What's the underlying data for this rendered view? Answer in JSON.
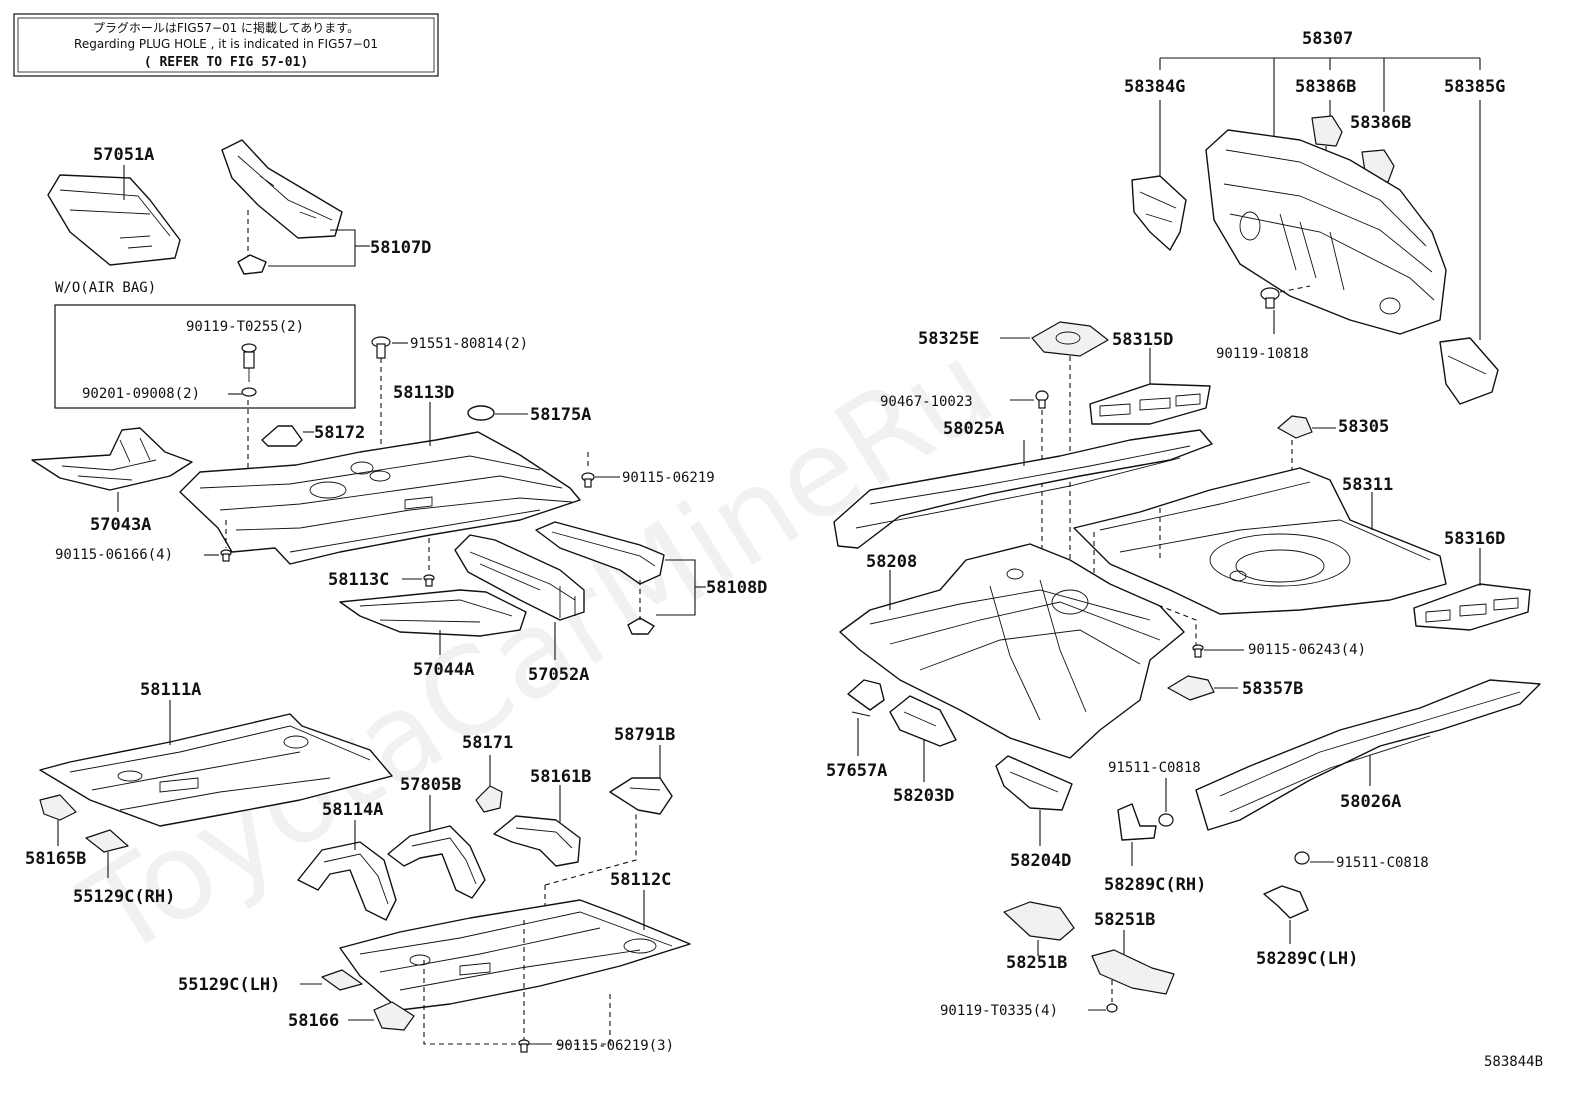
{
  "note": {
    "line1": "プラグホールはFIG57−01 に掲載してあります。",
    "line2": "Regarding PLUG HOLE , it is indicated in FIG57−01",
    "line3": "( REFER TO FIG 57-01)"
  },
  "inset_label": "W/O(AIR BAG)",
  "watermark": "ToyotaCarMineRu",
  "figure_code": "583844B",
  "labels": {
    "p57051A": "57051A",
    "p58107D": "58107D",
    "p90119T0255": "90119-T0255(2)",
    "p90201": "90201-09008(2)",
    "p91551": "91551-80814(2)",
    "p58113D": "58113D",
    "p58172": "58172",
    "p58175A": "58175A",
    "p90115_06219": "90115-06219",
    "p57043A": "57043A",
    "p90115_06166": "90115-06166(4)",
    "p58113C": "58113C",
    "p58108D": "58108D",
    "p57044A": "57044A",
    "p57052A": "57052A",
    "p58111A": "58111A",
    "p58171": "58171",
    "p58791B": "58791B",
    "p57805B": "57805B",
    "p58161B": "58161B",
    "p58114A": "58114A",
    "p58165B": "58165B",
    "p55129CRH": "55129C(RH)",
    "p58112C": "58112C",
    "p55129CLH": "55129C(LH)",
    "p58166": "58166",
    "p90115_06219_3": "90115-06219(3)",
    "p58307": "58307",
    "p58384G": "58384G",
    "p58386B_1": "58386B",
    "p58386B_2": "58386B",
    "p58385G": "58385G",
    "p90119_10818": "90119-10818",
    "p58325E": "58325E",
    "p58315D": "58315D",
    "p90467": "90467-10023",
    "p58025A": "58025A",
    "p58305": "58305",
    "p58311": "58311",
    "p58316D": "58316D",
    "p58208": "58208",
    "p90115_06243": "90115-06243(4)",
    "p58357B": "58357B",
    "p57657A": "57657A",
    "p58203D": "58203D",
    "p91511_1": "91511-C0818",
    "p58204D": "58204D",
    "p58026A": "58026A",
    "p58289CRH": "58289C(RH)",
    "p91511_2": "91511-C0818",
    "p58251B_1": "58251B",
    "p58251B_2": "58251B",
    "p58289CLH": "58289C(LH)",
    "p90119_T0335": "90119-T0335(4)"
  }
}
